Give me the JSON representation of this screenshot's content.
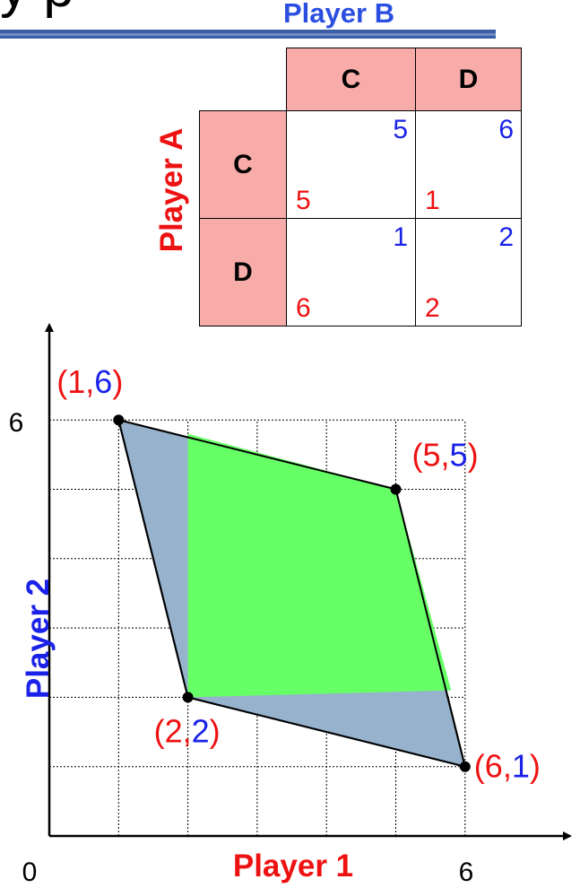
{
  "title_fragment": "y p",
  "table": {
    "column_player": "Player B",
    "row_player": "Player A",
    "column_strategies": [
      "C",
      "D"
    ],
    "row_strategies": [
      "C",
      "D"
    ],
    "cells": [
      [
        {
          "a": "5",
          "b": "5"
        },
        {
          "a": "1",
          "b": "6"
        }
      ],
      [
        {
          "a": "6",
          "b": "1"
        },
        {
          "a": "2",
          "b": "2"
        }
      ]
    ]
  },
  "colors": {
    "header_fill": "#f8acaa",
    "player_a": "#ee1111",
    "player_b": "#1a22e8",
    "hull_fill": "#97b2cc",
    "inner_region_fill": "#66ff66",
    "title_rule": "#3a5da6"
  },
  "chart_data": {
    "type": "scatter",
    "xlabel": "Player 1",
    "ylabel": "Player 2",
    "xlim": [
      0,
      6
    ],
    "ylim": [
      0,
      6
    ],
    "x_tick_labels": [
      "0",
      "6"
    ],
    "y_tick_labels": [
      "6"
    ],
    "grid": true,
    "grid_style": "dotted",
    "points": [
      {
        "x": 1,
        "y": 6,
        "label_a": "1",
        "label_b": "6"
      },
      {
        "x": 5,
        "y": 5,
        "label_a": "5",
        "label_b": "5"
      },
      {
        "x": 2,
        "y": 2,
        "label_a": "2",
        "label_b": "2"
      },
      {
        "x": 6,
        "y": 1,
        "label_a": "6",
        "label_b": "1"
      }
    ],
    "hull": [
      [
        1,
        6
      ],
      [
        5,
        5
      ],
      [
        6,
        1
      ],
      [
        2,
        2
      ]
    ],
    "inner_region": [
      [
        2,
        5.8
      ],
      [
        5,
        5
      ],
      [
        5.8,
        2.1
      ],
      [
        2,
        2
      ]
    ]
  }
}
